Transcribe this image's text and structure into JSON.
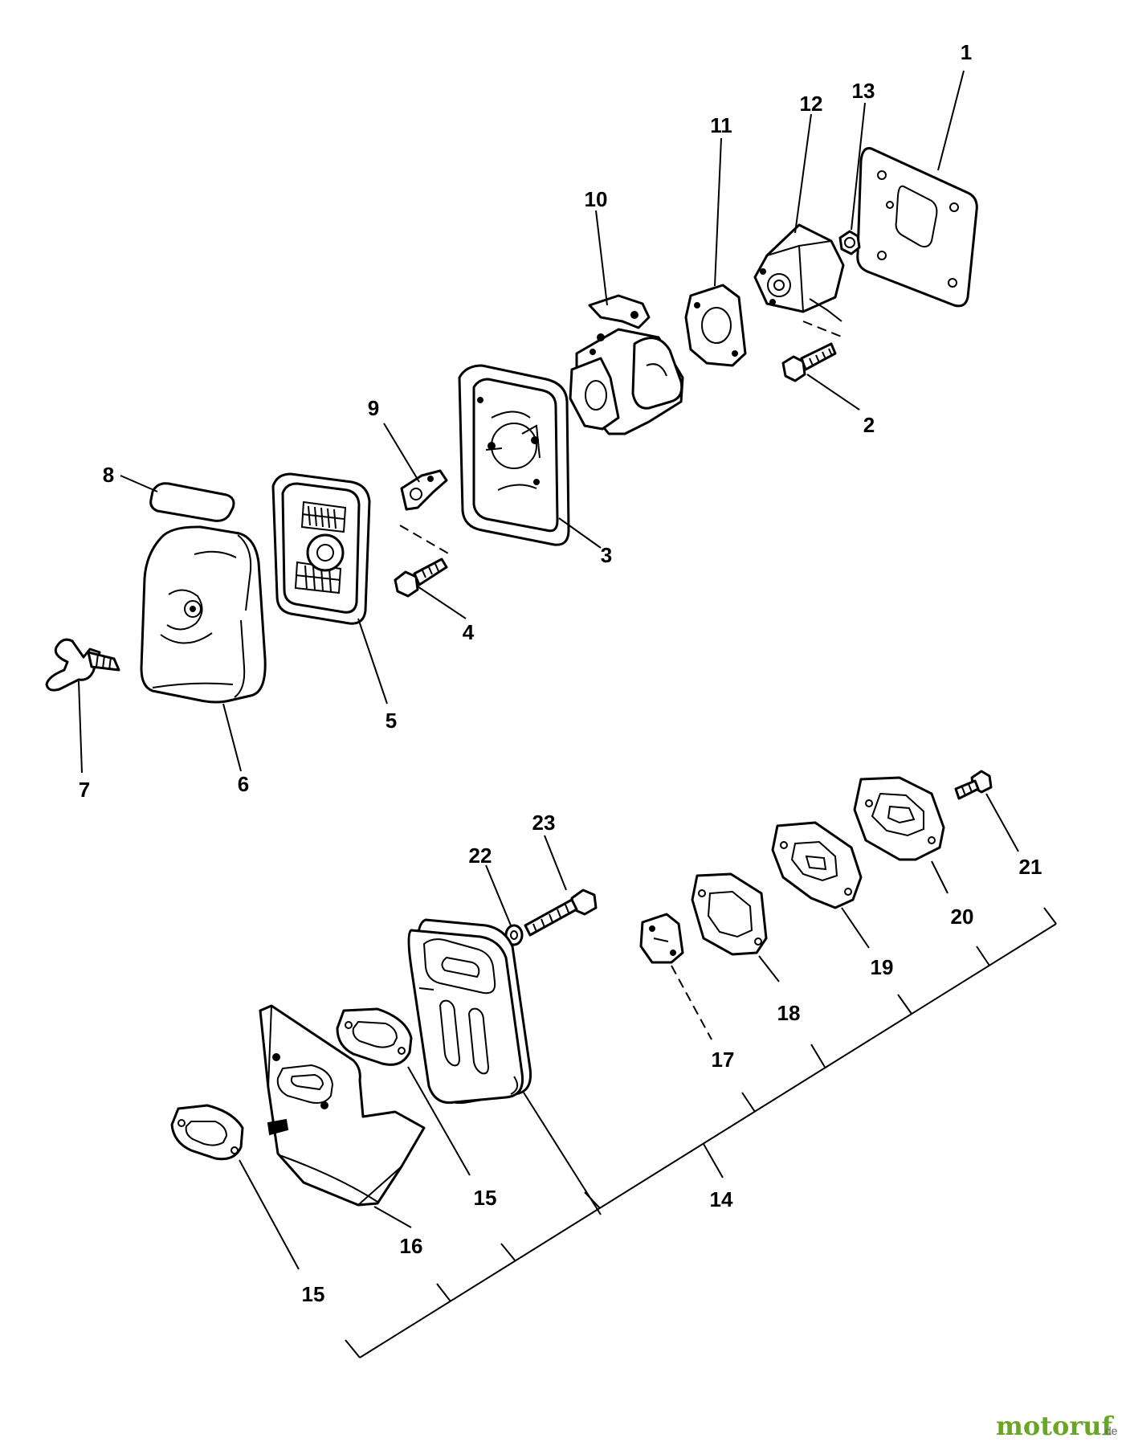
{
  "labels": {
    "l1": "1",
    "l2": "2",
    "l3": "3",
    "l4": "4",
    "l5": "5",
    "l6": "6",
    "l7": "7",
    "l8": "8",
    "l9": "9",
    "l10": "10",
    "l11": "11",
    "l12": "12",
    "l13": "13",
    "l14": "14",
    "l15a": "15",
    "l15b": "15",
    "l16": "16",
    "l17": "17",
    "l18": "18",
    "l19": "19",
    "l20": "20",
    "l21": "21",
    "l22": "22",
    "l23": "23"
  },
  "watermark": {
    "brand": "motoruf",
    "suffix": ".de"
  },
  "colors": {
    "line": "#000000",
    "brand": "#6aa626"
  }
}
